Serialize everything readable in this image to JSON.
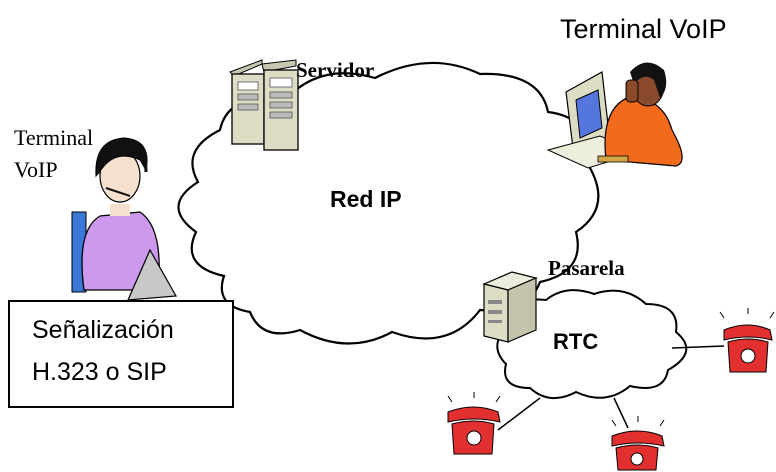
{
  "labels": {
    "terminal_voip_right": "Terminal VoIP",
    "servidor": "Servidor",
    "terminal_left_line1": "Terminal",
    "terminal_left_line2": "VoIP",
    "red_ip": "Red IP",
    "pasarela": "Pasarela",
    "rtc": "RTC"
  },
  "signaling_box": {
    "line1": "Señalización",
    "line2": "H.323  o SIP"
  },
  "colors": {
    "cloud_fill": "#ffffff",
    "outline": "#000000",
    "phone_red": "#e23030",
    "operator_shirt": "#cc99ee",
    "server_beige": "#ddddc6",
    "right_person_orange": "#f26a1b"
  }
}
